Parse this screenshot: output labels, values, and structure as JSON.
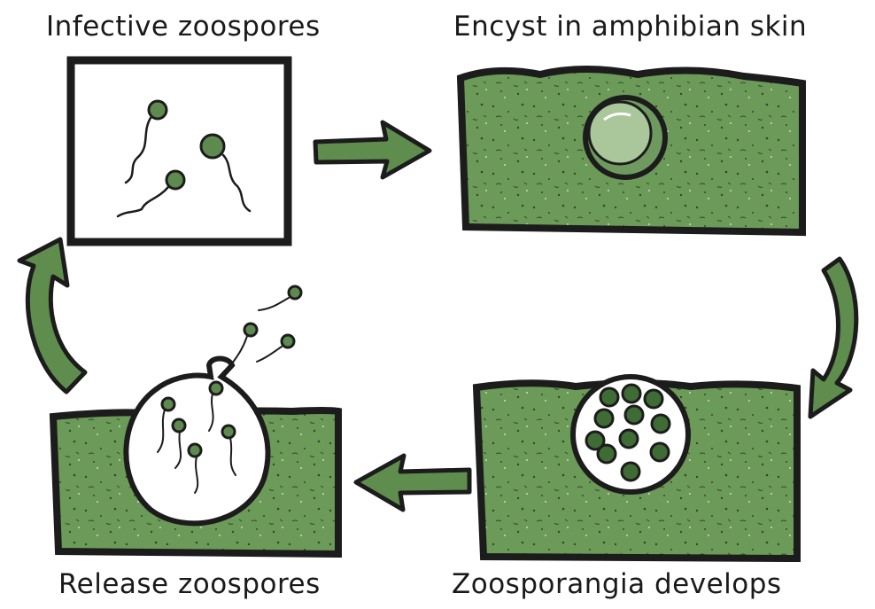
{
  "stages": {
    "infective": {
      "label": "Infective zoospores"
    },
    "encyst": {
      "label": "Encyst in amphibian skin"
    },
    "zoosporangia": {
      "label": "Zoosporangia develops"
    },
    "release": {
      "label": "Release zoospores"
    }
  },
  "colors": {
    "skin": "#6c9a59",
    "skin_dark": "#4f7a3f",
    "outline": "#1c1c1c",
    "spore": "#5f8a4f",
    "arrow": "#5f8d4e",
    "background": "#ffffff"
  }
}
